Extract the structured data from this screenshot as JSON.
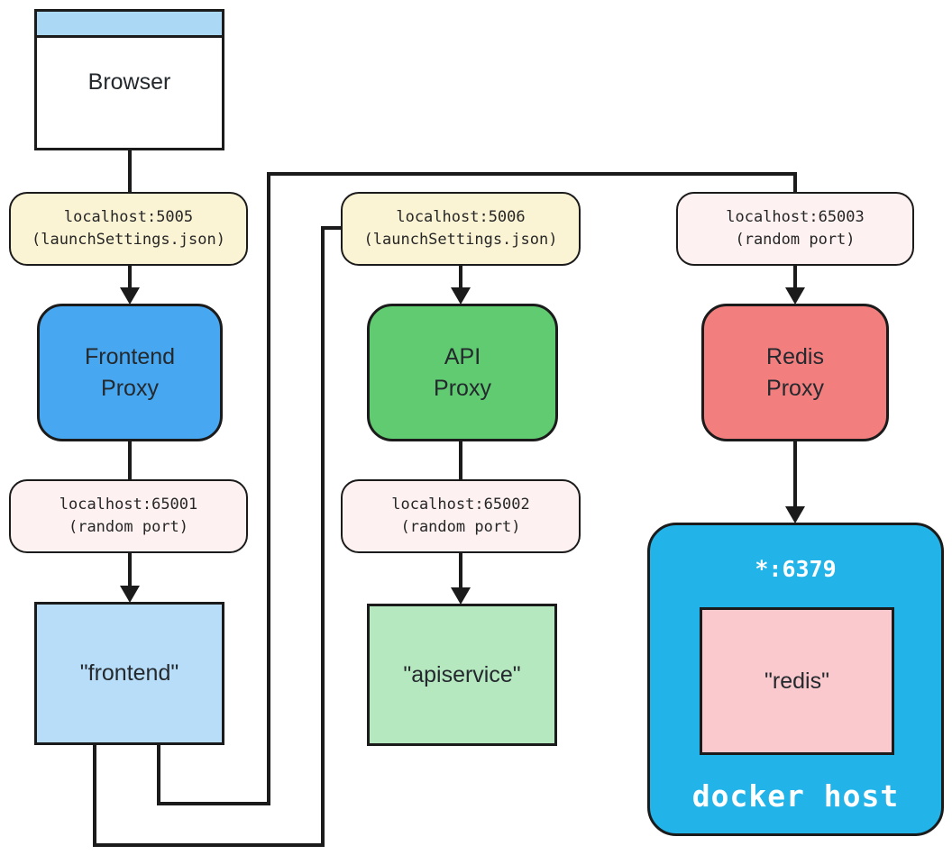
{
  "colors": {
    "line": "#1b1b1b",
    "browser_titlebar": "#abd9f5",
    "label_yellow": "#fbf4d4",
    "label_pink": "#fdf1f1",
    "proxy_blue": "#47a7f0",
    "proxy_green": "#60cb70",
    "proxy_red": "#f37e7e",
    "service_blue": "#b7ddf8",
    "service_green": "#b6e8c0",
    "docker_cyan": "#22b3e8",
    "service_pink": "#f9c9ce",
    "text_dark": "#24292e",
    "text_white": "#ffffff"
  },
  "browser": {
    "label": "Browser"
  },
  "frontend_flow": {
    "ingress_line1": "localhost:5005",
    "ingress_line2": "(launchSettings.json)",
    "proxy_line1": "Frontend",
    "proxy_line2": "Proxy",
    "egress_line1": "localhost:65001",
    "egress_line2": "(random port)",
    "service_label": "\"frontend\""
  },
  "api_flow": {
    "ingress_line1": "localhost:5006",
    "ingress_line2": "(launchSettings.json)",
    "proxy_line1": "API",
    "proxy_line2": "Proxy",
    "egress_line1": "localhost:65002",
    "egress_line2": "(random port)",
    "service_label": "\"apiservice\""
  },
  "redis_flow": {
    "ingress_line1": "localhost:65003",
    "ingress_line2": "(random port)",
    "proxy_line1": "Redis",
    "proxy_line2": "Proxy",
    "docker_port": "*:6379",
    "service_label": "\"redis\"",
    "docker_label": "docker host"
  }
}
